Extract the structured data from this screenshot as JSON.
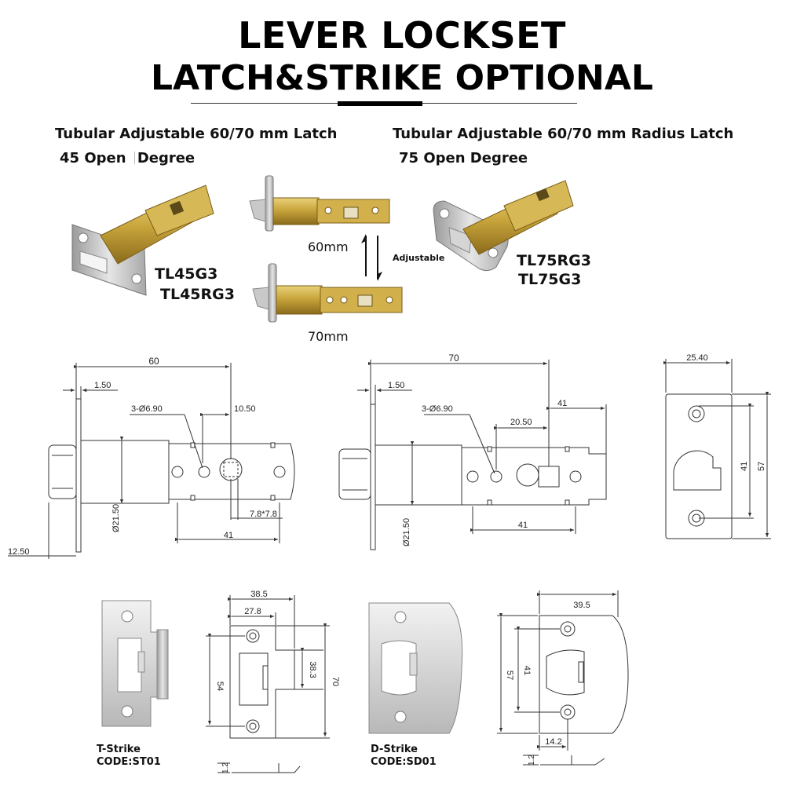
{
  "header": {
    "title": "LEVER LOCKSET",
    "subtitle": "LATCH&STRIKE OPTIONAL"
  },
  "left_section": {
    "heading": "Tubular Adjustable 60/70 mm Latch",
    "open_degree": "45 Open",
    "open_degree_suffix": "Degree",
    "codes": [
      "TL45G3",
      "TL45RG3"
    ]
  },
  "right_section": {
    "heading": "Tubular Adjustable 60/70 mm Radius Latch",
    "open_degree": "75 Open Degree",
    "codes": [
      "TL75RG3",
      "TL75G3"
    ]
  },
  "adjustable": {
    "label": "Adjustable",
    "short_label": "60mm",
    "long_label": "70mm"
  },
  "drawing_60": {
    "overall": "60",
    "face_thickness": "1.50",
    "holes": "3-Ø6.90",
    "offset": "10.50",
    "square": "7.8*7.8",
    "backset": "41",
    "diameter": "Ø21.50",
    "edge": "12.50"
  },
  "drawing_70": {
    "overall": "70",
    "face_thickness": "1.50",
    "holes": "3-Ø6.90",
    "offset_upper": "41",
    "offset_mid": "20.50",
    "backset": "41",
    "diameter": "Ø21.50"
  },
  "faceplate": {
    "width": "25.40",
    "inner_height": "41",
    "outer_height": "57"
  },
  "t_strike": {
    "name": "T-Strike",
    "code": "CODE:ST01",
    "width": "38.5",
    "inner_width": "27.8",
    "hole_spacing": "54",
    "opening_height": "38.3",
    "height": "70",
    "thickness": "1.2"
  },
  "d_strike": {
    "name": "D-Strike",
    "code": "CODE:SD01",
    "width": "39.5",
    "outer_height": "57",
    "inner_height": "41",
    "bottom_width": "14.2",
    "thickness": "1.2"
  },
  "colors": {
    "brass": "#c9a53c",
    "brass_dark": "#8a6b1c",
    "steel": "#c8c8c8",
    "steel_dark": "#8c8c8c",
    "line": "#333333"
  }
}
